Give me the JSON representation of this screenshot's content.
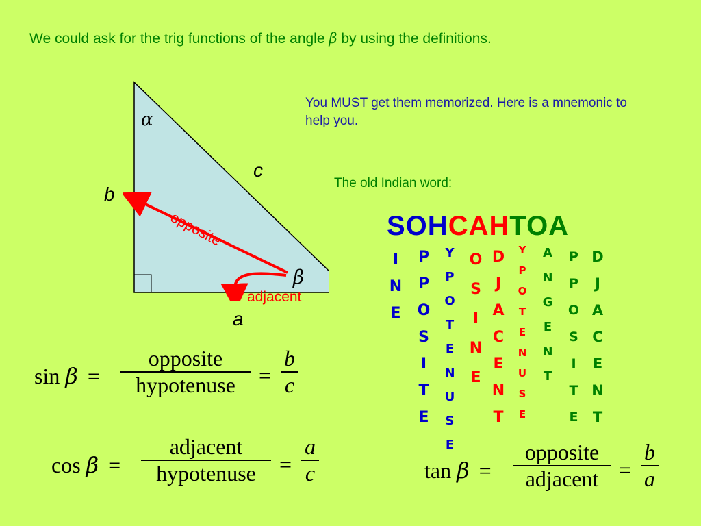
{
  "title": {
    "before": "We could ask for the trig functions of the angle ",
    "symbol": "β",
    "after": " by using the definitions."
  },
  "note": "You MUST get them memorized.  Here is a mnemonic to help you.",
  "indian_label": "The old Indian word:",
  "mnemonic": {
    "soh": "SOH",
    "cah": "CAH",
    "toa": "TOA"
  },
  "columns": {
    "s_sine": [
      "I",
      "N",
      "E"
    ],
    "o_opposite": [
      "P",
      "P",
      "O",
      "S",
      "I",
      "T",
      "E"
    ],
    "h_hypotenuse": [
      "Y",
      "P",
      "O",
      "T",
      "E",
      "N",
      "U",
      "S",
      "E"
    ],
    "c_cosine": [
      "O",
      "S",
      "I",
      "N",
      "E"
    ],
    "a_adjacent": [
      "D",
      "J",
      "A",
      "C",
      "E",
      "N",
      "T"
    ],
    "h_hypotenuse2": [
      "Y",
      "P",
      "O",
      "T",
      "E",
      "N",
      "U",
      "S",
      "E"
    ],
    "t_tangent": [
      "A",
      "N",
      "G",
      "E",
      "N",
      "T"
    ],
    "o_opposite2": [
      "P",
      "P",
      "O",
      "S",
      "I",
      "T",
      "E"
    ],
    "a_adjacent2": [
      "D",
      "J",
      "A",
      "C",
      "E",
      "N",
      "T"
    ]
  },
  "triangle": {
    "alpha": "α",
    "beta": "β",
    "side_c": "c",
    "side_b": "b",
    "side_a": "a",
    "opposite_label": "opposite",
    "adjacent_label": "adjacent"
  },
  "formulas": {
    "sin": {
      "fn": "sin",
      "sym": "β",
      "eq": "=",
      "num": "opposite",
      "den": "hypotenuse",
      "eq2": "=",
      "num2": "b",
      "den2": "c"
    },
    "cos": {
      "fn": "cos",
      "sym": "β",
      "eq": "=",
      "num": "adjacent",
      "den": "hypotenuse",
      "eq2": "=",
      "num2": "a",
      "den2": "c"
    },
    "tan": {
      "fn": "tan",
      "sym": "β",
      "eq": "=",
      "num": "opposite",
      "den": "adjacent",
      "eq2": "=",
      "num2": "b",
      "den2": "a"
    }
  },
  "colors": {
    "background": "#ccff66",
    "blue": "#0000cc",
    "red": "#ff0000",
    "green": "#008000",
    "triangle_fill": "#c0e4e4",
    "arrow": "#ff0000"
  }
}
